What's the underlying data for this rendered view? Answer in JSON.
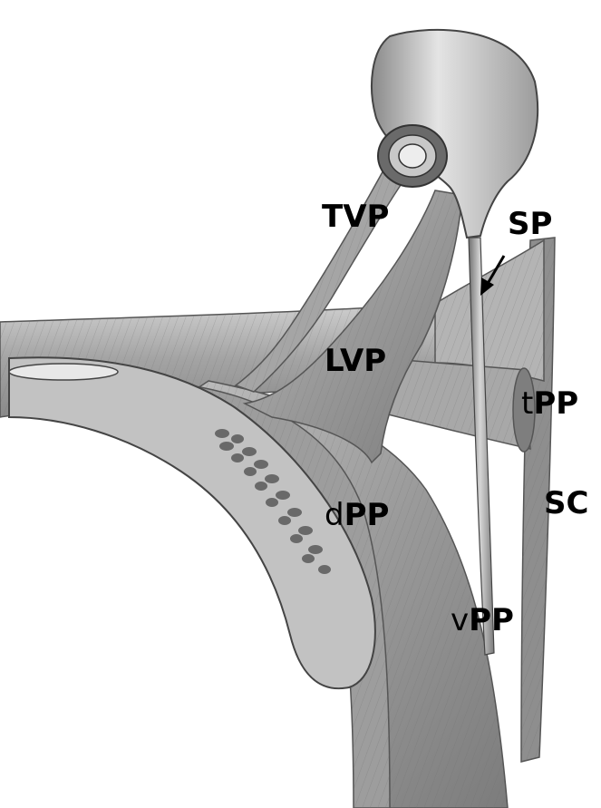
{
  "labels": {
    "tvp": "TVP",
    "sp": "SP",
    "lvp": "LVP",
    "tpp_prefix": "t",
    "tpp_main": "PP",
    "sc": "SC",
    "dpp_prefix": "d",
    "dpp_main": "PP",
    "vpp_prefix": "v",
    "vpp_main": "PP"
  }
}
